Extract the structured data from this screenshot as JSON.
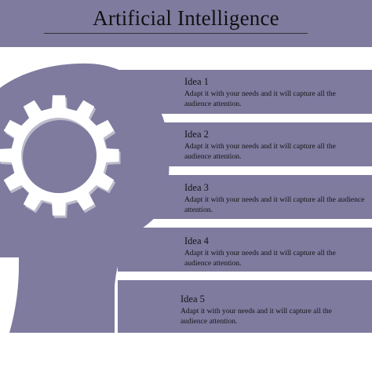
{
  "title": "Artificial Intelligence",
  "colors": {
    "accent": "#7e7b9f",
    "background": "#ffffff",
    "text": "#141414"
  },
  "graphic": {
    "head_icon": "head-silhouette-icon",
    "gear_icon": "gear-icon"
  },
  "ideas": [
    {
      "title": "Idea 1",
      "desc": "Adapt it with your needs and it will capture all the audience attention."
    },
    {
      "title": "Idea 2",
      "desc": "Adapt it with your needs and it will capture all the audience attention."
    },
    {
      "title": "Idea 3",
      "desc": "Adapt it with your needs and it will capture all the audience attention."
    },
    {
      "title": "Idea 4",
      "desc": "Adapt it with your needs and it will capture all the audience attention."
    },
    {
      "title": "Idea 5",
      "desc": "Adapt it with your needs and it will capture all the audience attention."
    }
  ]
}
